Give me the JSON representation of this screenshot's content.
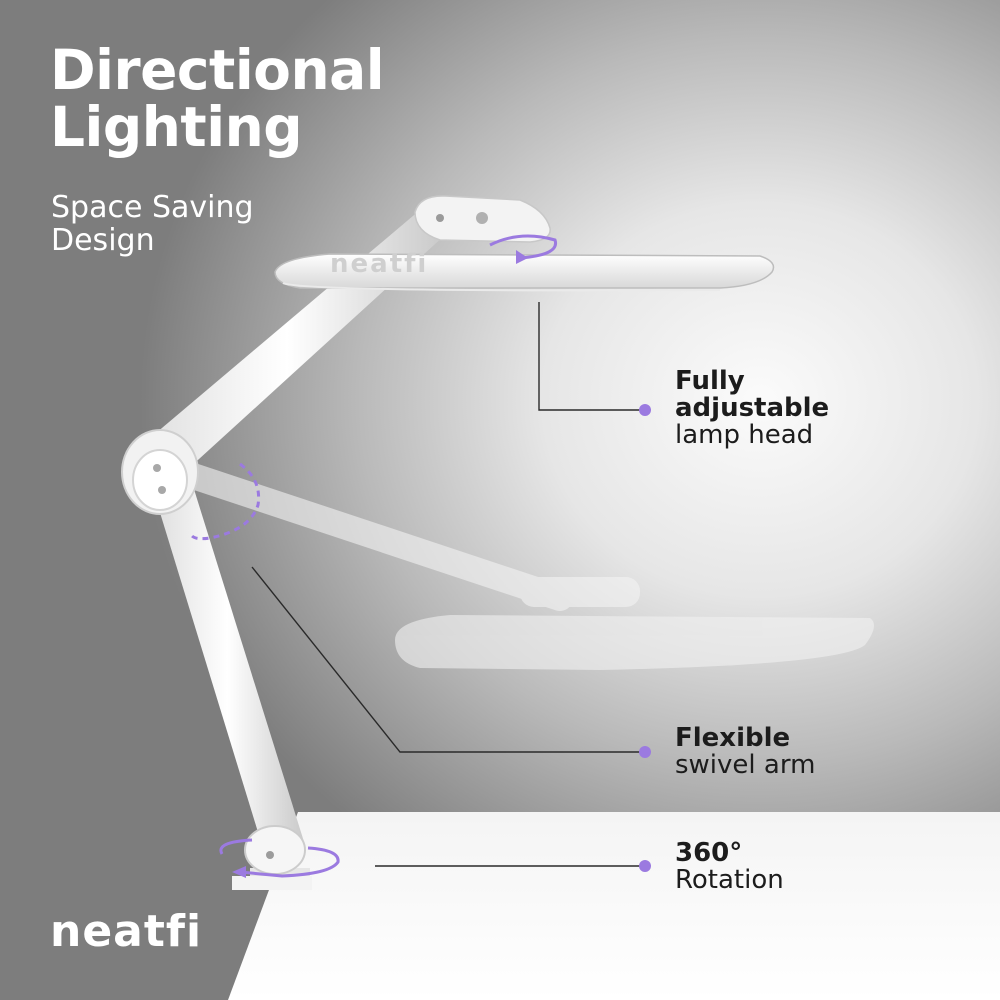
{
  "headline": {
    "line1": "Directional",
    "line2": "Lighting"
  },
  "subheadline": {
    "line1": "Space Saving",
    "line2": "Design"
  },
  "lamp_head_logo": "neatfi",
  "callouts": [
    {
      "bold1": "Fully",
      "bold2": "adjustable",
      "regular": "lamp head"
    },
    {
      "bold": "Flexible",
      "regular": "swivel arm"
    },
    {
      "bold": "360°",
      "regular": "Rotation"
    }
  ],
  "brand": "neatfi",
  "colors": {
    "accent": "#9b7ae0",
    "text_dark": "#1c1c1c",
    "text_light": "#ffffff"
  }
}
